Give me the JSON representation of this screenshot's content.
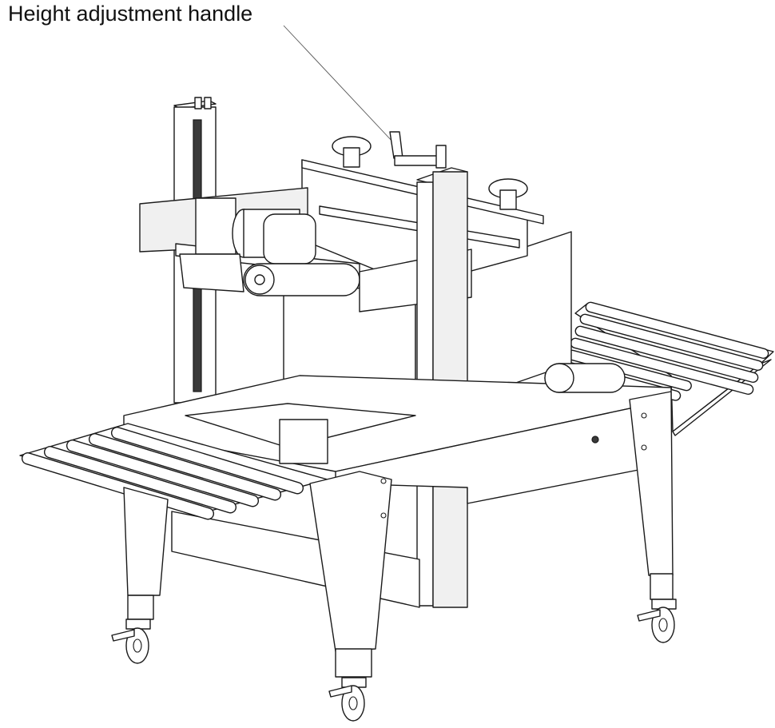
{
  "annotation": {
    "label": "Height adjustment handle",
    "target_part": "height adjustment handle"
  },
  "drawing": {
    "subject": "carton sealer machine",
    "style": "line drawing",
    "line_color": "#1a1a1a",
    "background": "#ffffff"
  }
}
